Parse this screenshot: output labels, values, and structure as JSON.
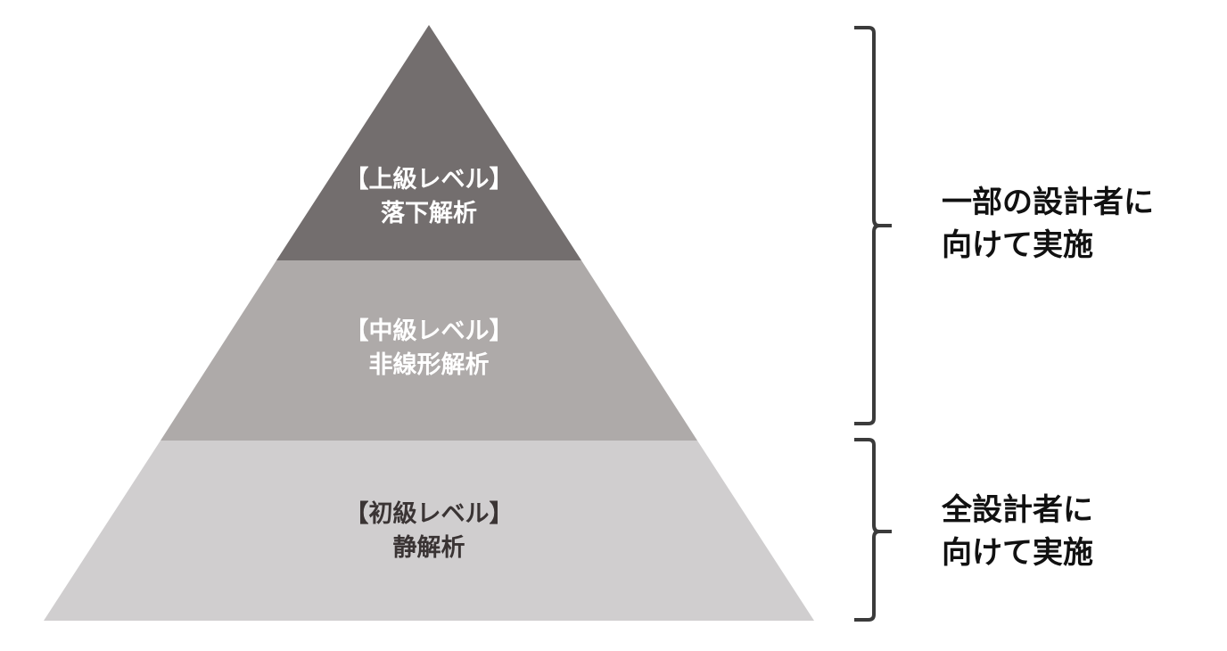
{
  "pyramid": {
    "levels": [
      {
        "title": "【上級レベル】",
        "subtitle": "落下解析",
        "color": "#736e6e",
        "text_color": "#ffffff"
      },
      {
        "title": "【中級レベル】",
        "subtitle": "非線形解析",
        "color": "#aeaaa9",
        "text_color": "#ffffff"
      },
      {
        "title": "【初級レベル】",
        "subtitle": "静解析",
        "color": "#d0cecf",
        "text_color": "#3a3434"
      }
    ]
  },
  "braces": [
    {
      "line1": "一部の設計者に",
      "line2": "向けて実施",
      "spans": "上級・中級"
    },
    {
      "line1": "全設計者に",
      "line2": "向けて実施",
      "spans": "初級"
    }
  ],
  "colors": {
    "brace": "#3b3b3b",
    "note_text": "#111111"
  }
}
